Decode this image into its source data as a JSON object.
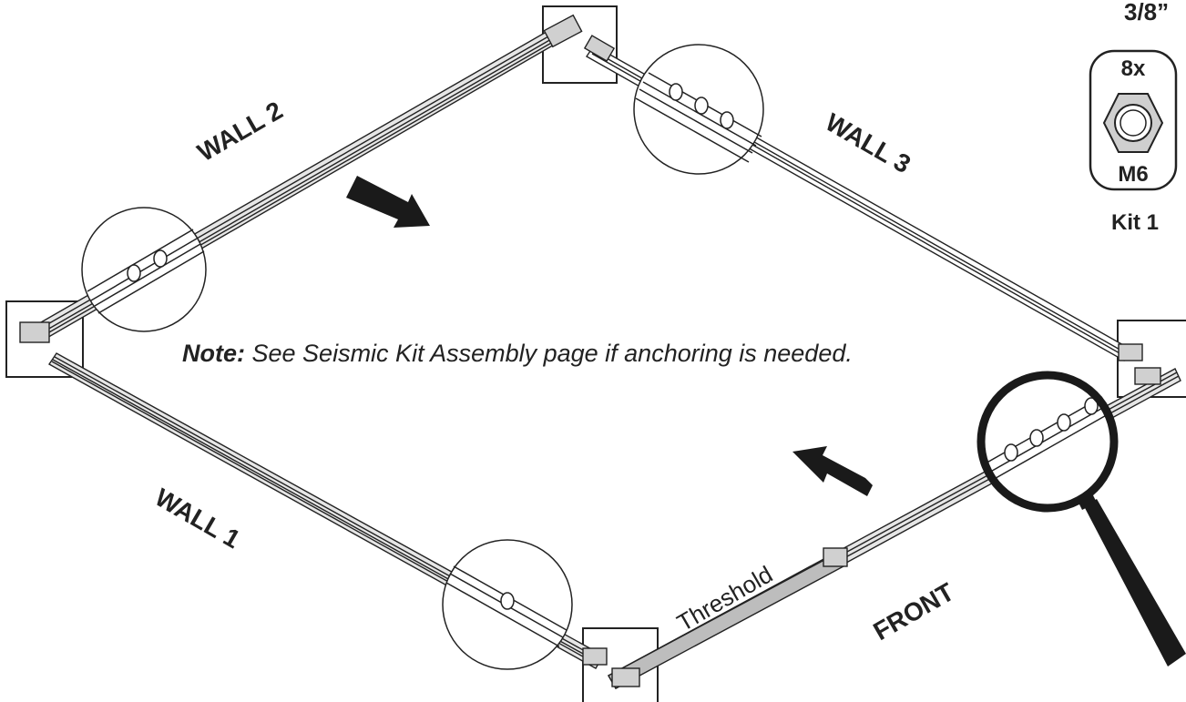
{
  "labels": {
    "wall1": "WALL 1",
    "wall2": "WALL 2",
    "wall3": "WALL 3",
    "front": "FRONT",
    "threshold": "Threshold"
  },
  "note": {
    "prefix": "Note:",
    "text": " See Seismic Kit Assembly page if anchoring is needed."
  },
  "hardware": {
    "size": "3/8”",
    "quantity": "8x",
    "thread": "M6",
    "kit": "Kit 1"
  },
  "colors": {
    "line": "#222222",
    "rail_fill": "#e6e6e6",
    "rail_shade": "#bdbdbd",
    "magnifier": "#1a1a1a"
  },
  "icons": [
    "hex-nut-icon",
    "magnifier-icon",
    "arrow-icon"
  ]
}
